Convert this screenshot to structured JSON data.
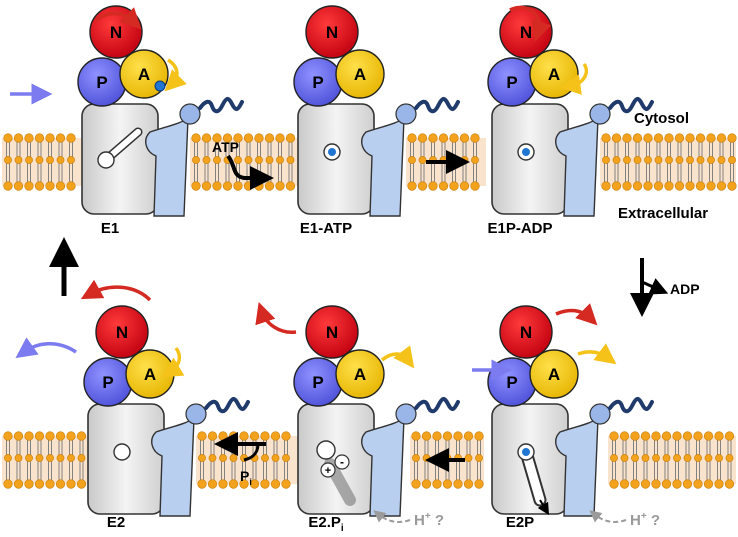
{
  "labels": {
    "cytosol": "Cytosol",
    "extracellular": "Extracellular",
    "atp": "ATP",
    "adp": "ADP",
    "pi": "P",
    "pi_sub": "i",
    "proton": "H",
    "proton_sup": "+",
    "proton_q": " ?"
  },
  "domains": {
    "n": "N",
    "p": "P",
    "a": "A"
  },
  "states": [
    {
      "label": "E1"
    },
    {
      "label": "E1-ATP"
    },
    {
      "label": "E1P-ADP"
    },
    {
      "label": "E2P"
    },
    {
      "label": "E2.P",
      "sub": "i"
    },
    {
      "label": "E2"
    }
  ],
  "charges": {
    "plus": "+",
    "minus": "-"
  },
  "colors": {
    "n_domain": "#e8101e",
    "p_domain": "#6b6ef0",
    "a_domain": "#f7cc10",
    "membrane_band": "#f9e3cc",
    "lipid_head": "#f2a21c",
    "body_gray": "#e2e2e2",
    "tm_blue": "#b9cff0",
    "arrow_red": "#d42a22",
    "arrow_blue": "#7c7cf0",
    "arrow_yellow": "#f5c21a",
    "ion_blue": "#2076d0",
    "tail_navy": "#1f3a6b"
  }
}
